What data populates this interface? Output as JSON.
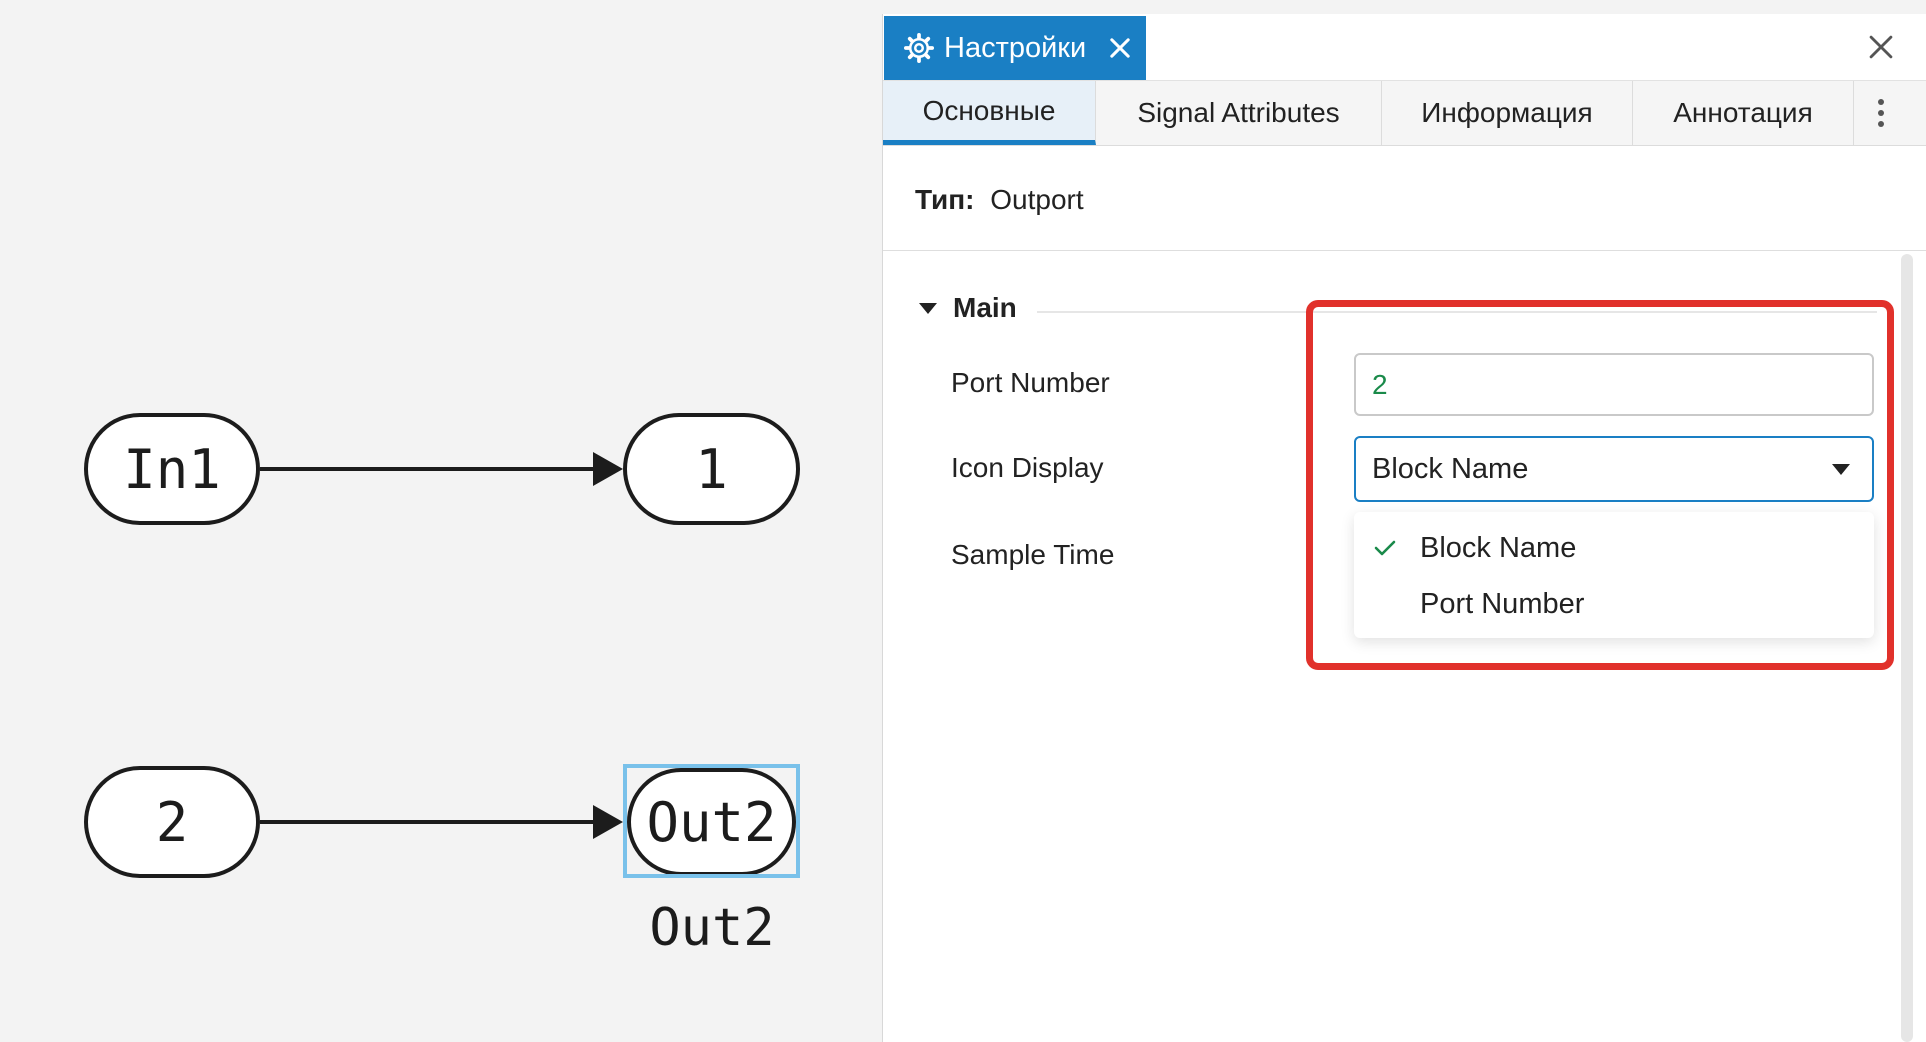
{
  "canvas": {
    "blocks": {
      "in1": "In1",
      "out1": "1",
      "in2": "2",
      "out2": "Out2"
    },
    "selected_caption": "Out2"
  },
  "panel": {
    "title_tab": "Настройки",
    "tabs": [
      {
        "label": "Основные",
        "active": true
      },
      {
        "label": "Signal Attributes",
        "active": false
      },
      {
        "label": "Информация",
        "active": false
      },
      {
        "label": "Аннотация",
        "active": false
      }
    ],
    "type_key": "Тип:",
    "type_value": "Outport",
    "section_title": "Main",
    "params": {
      "port_number_label": "Port Number",
      "port_number_value": "2",
      "icon_display_label": "Icon Display",
      "icon_display_value": "Block Name",
      "sample_time_label": "Sample Time"
    },
    "dropdown_options": [
      {
        "label": "Block Name",
        "selected": true
      },
      {
        "label": "Port Number",
        "selected": false
      }
    ]
  },
  "colors": {
    "accent": "#1a7fc4",
    "highlight": "#e1312b",
    "selection": "#79c1ea",
    "value_green": "#1a8a4a"
  }
}
